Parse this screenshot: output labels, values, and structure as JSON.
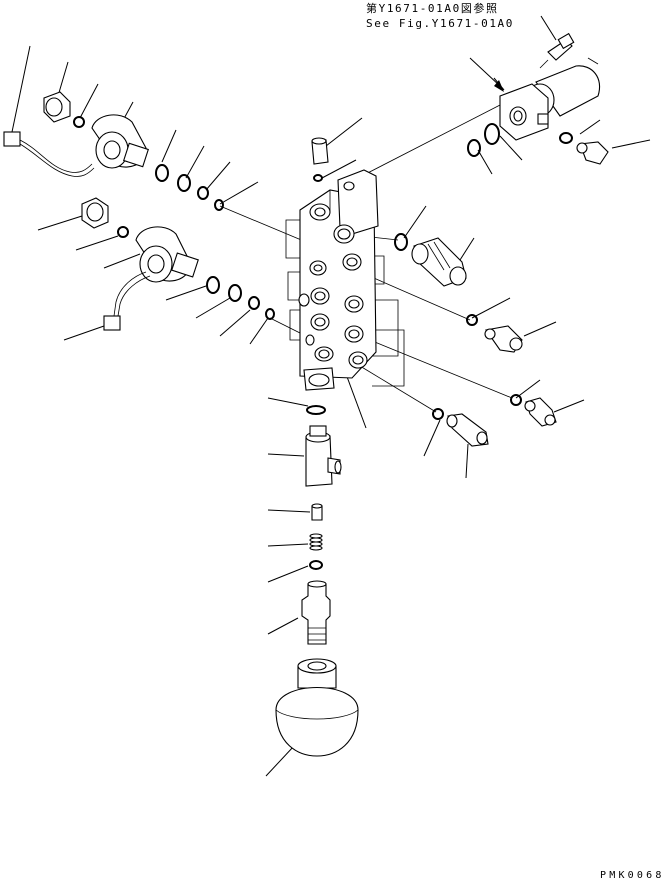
{
  "diagram": {
    "reference_jp": "第Y1671-01A0図参照",
    "reference_en": "See Fig.Y1671-01A0",
    "drawing_code": "PMK0068"
  }
}
